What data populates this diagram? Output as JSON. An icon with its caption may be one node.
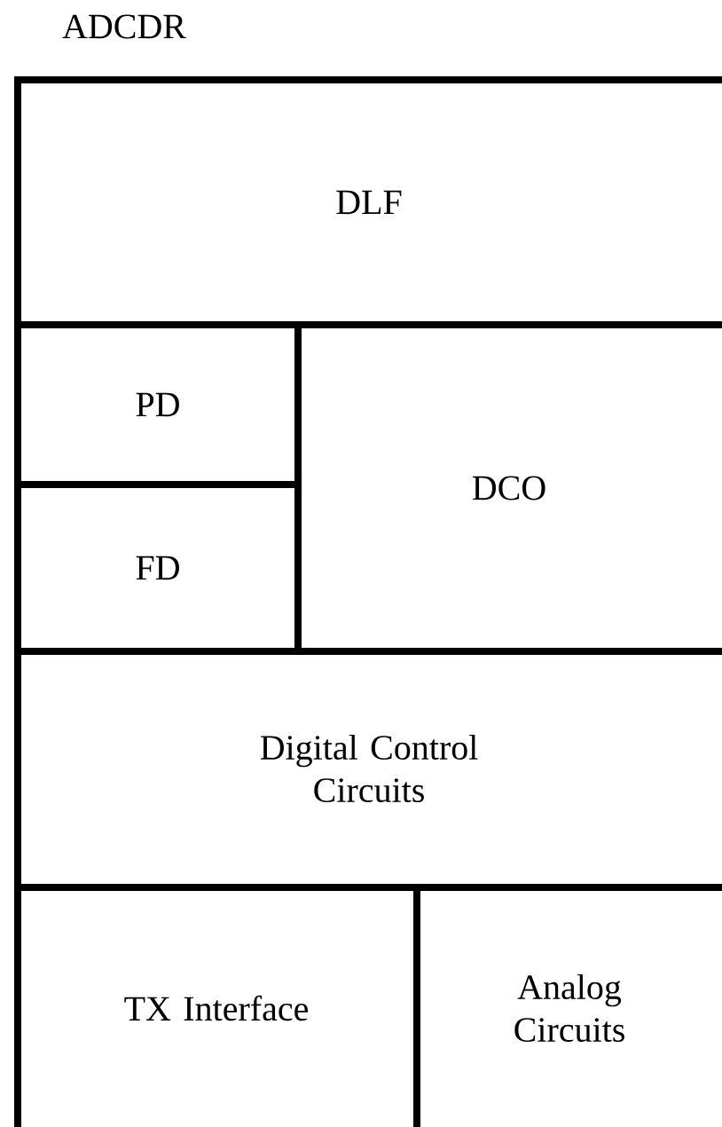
{
  "diagram": {
    "nodes": [
      {
        "text": [
          "ADCDR"
        ]
      },
      {
        "text": [
          "DLF"
        ],
        "in": 0
      },
      {
        "text": [
          "PD"
        ],
        "in": 0
      },
      {
        "text": [
          "DCO"
        ],
        "in": 0
      },
      {
        "text": [
          "FD"
        ],
        "in": 0
      },
      {
        "text": [
          "Digital Control Circuits"
        ],
        "in": 0
      },
      {
        "text": [
          "TX Interface"
        ],
        "in": 0
      },
      {
        "text": [
          "Analog Circuits"
        ],
        "in": 0
      }
    ]
  }
}
